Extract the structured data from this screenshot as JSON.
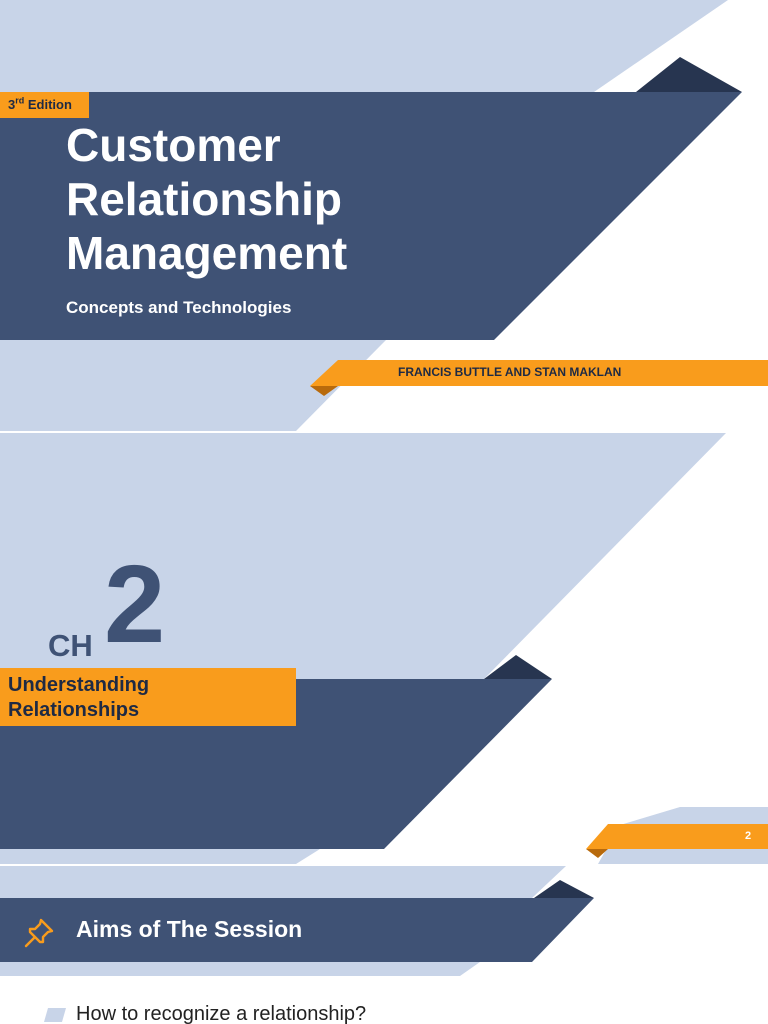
{
  "slide1": {
    "edition_ordinal": "3",
    "edition_suffix": "rd",
    "edition_word": " Edition",
    "title_line1": "Customer",
    "title_line2": "Relationship",
    "title_line3": "Management",
    "subtitle": "Concepts and Technologies",
    "authors": "FRANCIS BUTTLE AND STAN MAKLAN"
  },
  "slide2": {
    "ch_label": "CH",
    "ch_number": "2",
    "chapter_title_line1": "Understanding",
    "chapter_title_line2": "Relationships",
    "page_number": "2"
  },
  "slide3": {
    "heading": "Aims of The Session",
    "bullet1": "How to recognize a relationship?",
    "icon": "pushpin-icon"
  },
  "colors": {
    "navy": "#3f5275",
    "light_blue": "#c8d4e8",
    "orange": "#f99c1c",
    "dark_navy": "#273550"
  }
}
